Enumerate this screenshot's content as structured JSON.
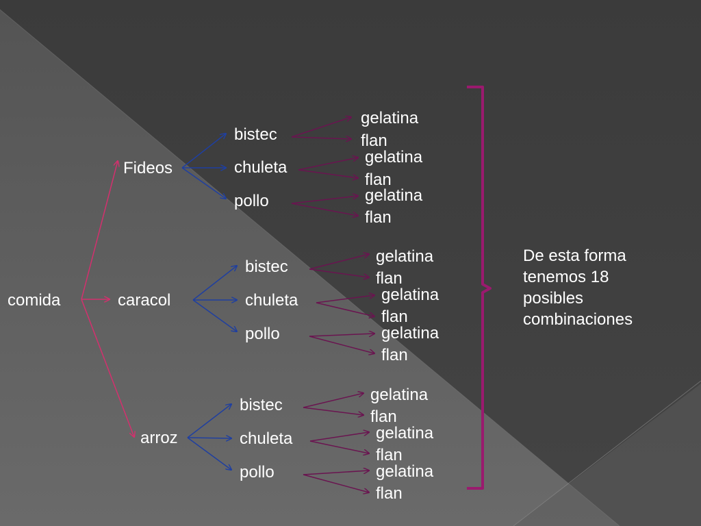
{
  "colors": {
    "root_edges": "#d4306e",
    "level2_edges": "#1f3fa0",
    "level3_edges": "#6a1450",
    "bracket": "#9a1a6e",
    "text": "#ffffff"
  },
  "tree": {
    "root": "comida",
    "groups": [
      {
        "label": "Fideos",
        "children": [
          {
            "label": "bistec",
            "leaves": [
              "gelatina",
              "flan"
            ]
          },
          {
            "label": "chuleta",
            "leaves": [
              "gelatina",
              "flan"
            ]
          },
          {
            "label": "pollo",
            "leaves": [
              "gelatina",
              "flan"
            ]
          }
        ]
      },
      {
        "label": "caracol",
        "children": [
          {
            "label": "bistec",
            "leaves": [
              "gelatina",
              "flan"
            ]
          },
          {
            "label": "chuleta",
            "leaves": [
              "gelatina",
              "flan"
            ]
          },
          {
            "label": "pollo",
            "leaves": [
              "gelatina",
              "flan"
            ]
          }
        ]
      },
      {
        "label": "arroz",
        "children": [
          {
            "label": "bistec",
            "leaves": [
              "gelatina",
              "flan"
            ]
          },
          {
            "label": "chuleta",
            "leaves": [
              "gelatina",
              "flan"
            ]
          },
          {
            "label": "pollo",
            "leaves": [
              "gelatina",
              "flan"
            ]
          }
        ]
      }
    ]
  },
  "note": {
    "lines": [
      "De esta forma",
      "tenemos 18",
      "posibles",
      "combinaciones"
    ]
  }
}
